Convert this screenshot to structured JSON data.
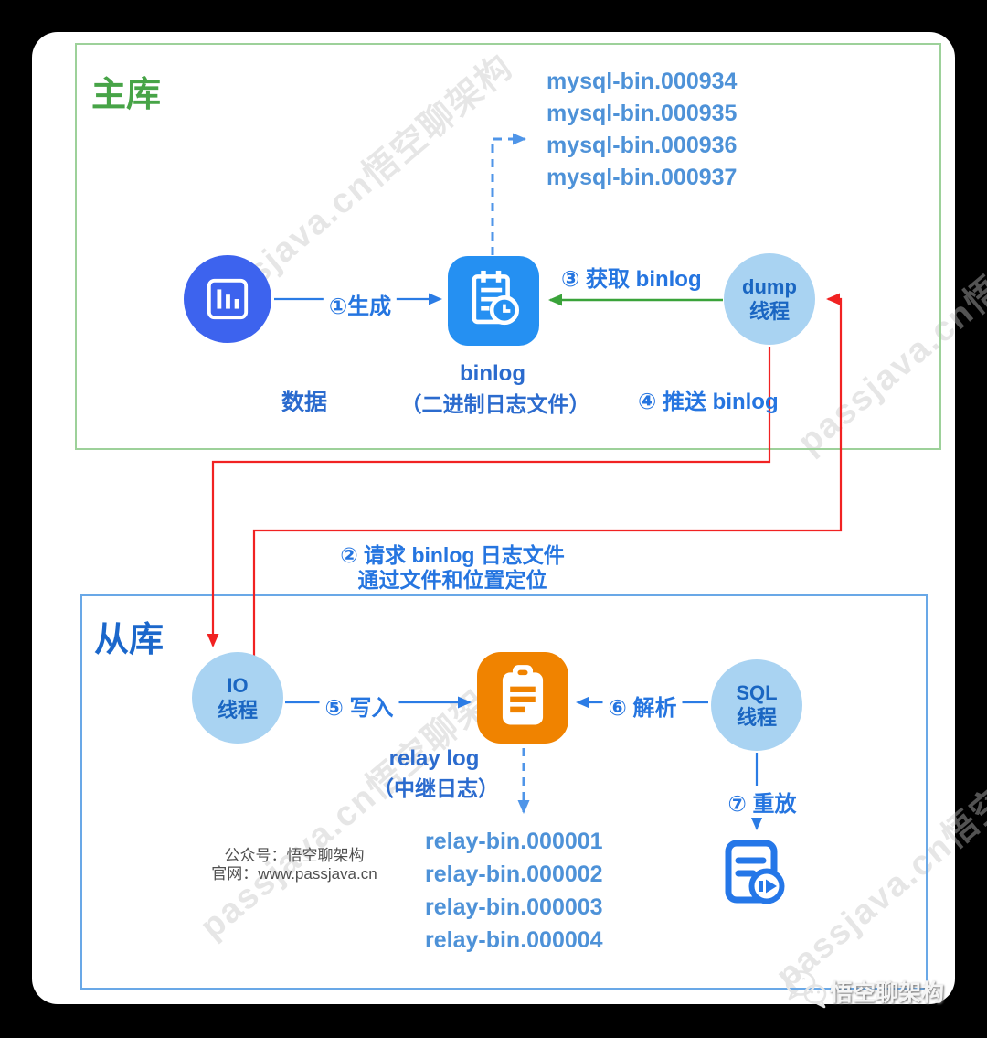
{
  "watermark": {
    "text": "passjava.cn悟空聊架构"
  },
  "master": {
    "title": "主库",
    "binlog_files": [
      "mysql-bin.000934",
      "mysql-bin.000935",
      "mysql-bin.000936",
      "mysql-bin.000937"
    ],
    "data_label": "数据",
    "binlog_title": "binlog",
    "binlog_subtitle": "（二进制日志文件）",
    "dump_thread": {
      "line1": "dump",
      "line2": "线程"
    }
  },
  "slave": {
    "title": "从库",
    "io_thread": {
      "line1": "IO",
      "line2": "线程"
    },
    "sql_thread": {
      "line1": "SQL",
      "line2": "线程"
    },
    "relay_title": "relay log",
    "relay_subtitle": "（中继日志）",
    "relay_files": [
      "relay-bin.000001",
      "relay-bin.000002",
      "relay-bin.000003",
      "relay-bin.000004"
    ],
    "contact_line1": "公众号：悟空聊架构",
    "contact_line2": "官网：www.passjava.cn"
  },
  "steps": {
    "generate": "①生成",
    "request_line1": "② 请求 binlog 日志文件",
    "request_line2": "通过文件和位置定位",
    "fetch": "③ 获取 binlog",
    "push": "④ 推送 binlog",
    "write": "⑤ 写入",
    "parse": "⑥ 解析",
    "replay": "⑦ 重放"
  },
  "footer": {
    "logo_text": "悟空聊架构"
  },
  "colors": {
    "frame": "#000000",
    "master_border": "#9dd19a",
    "slave_border": "#69a8e7",
    "master_title": "#47a447",
    "slave_title": "#1b67cb",
    "step_label": "#2575e0",
    "file_text": "#4e92d8",
    "thread_fill": "#a9d3f2",
    "thread_text": "#1a66c2",
    "data_circle": "#3d63ee",
    "binlog_icon": "#2590f2",
    "relay_icon": "#f08300",
    "arrow_blue": "#2b7ce5",
    "arrow_green": "#3aa33a",
    "arrow_red": "#f12222"
  }
}
